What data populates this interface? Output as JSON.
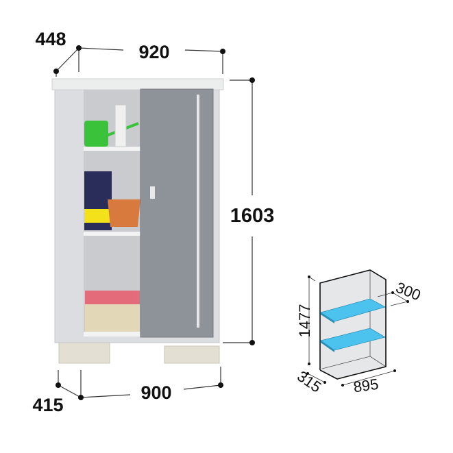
{
  "product": {
    "name": "storage-shed",
    "dimensions": {
      "depth_top": "448",
      "width_top": "920",
      "height": "1603",
      "depth_base": "415",
      "width_base": "900"
    }
  },
  "interior": {
    "height": "1477",
    "shelf_depth": "300",
    "depth": "315",
    "width": "895"
  },
  "colors": {
    "shelf": "#4cc3ee",
    "body": "#dcdde0",
    "door": "#8e9299",
    "base": "#e3dfd2"
  }
}
